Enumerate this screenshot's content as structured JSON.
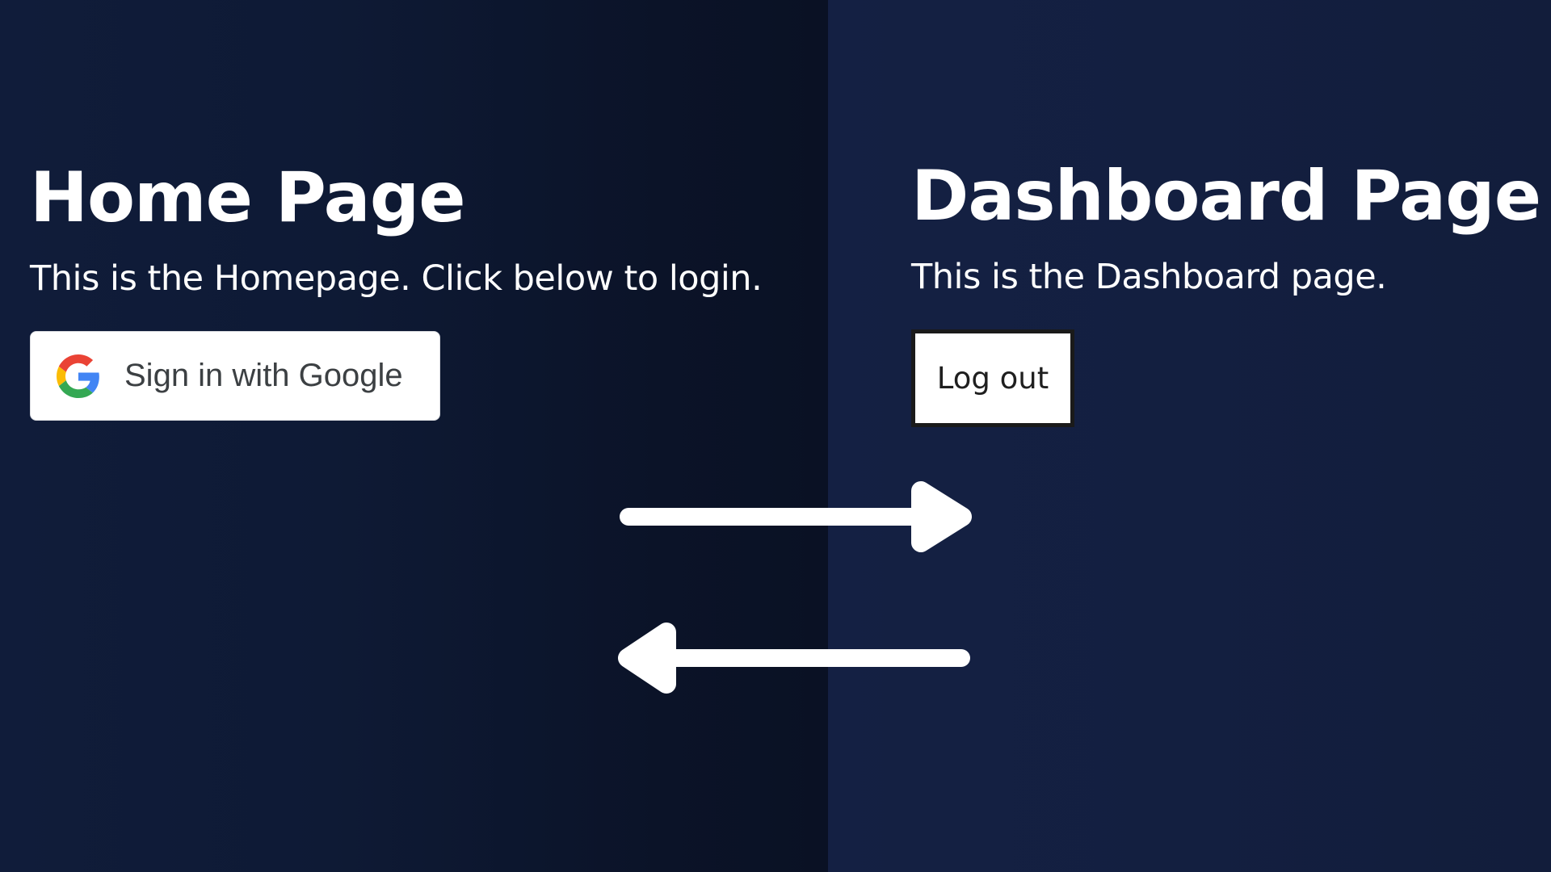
{
  "home": {
    "title": "Home Page",
    "subtitle": "This is the Homepage. Click below to login.",
    "google_button_label": "Sign in with Google"
  },
  "dashboard": {
    "title": "Dashboard Page",
    "subtitle": "This is the Dashboard page.",
    "logout_button_label": "Log out"
  },
  "icons": {
    "google": "google-g-icon",
    "forward_arrow": "arrow-right-icon",
    "back_arrow": "arrow-left-icon"
  },
  "colors": {
    "background_left": "#0e1a35",
    "background_right": "#131f40",
    "text": "#ffffff",
    "google_blue": "#4285F4",
    "google_red": "#EA4335",
    "google_yellow": "#FBBC05",
    "google_green": "#34A853"
  }
}
